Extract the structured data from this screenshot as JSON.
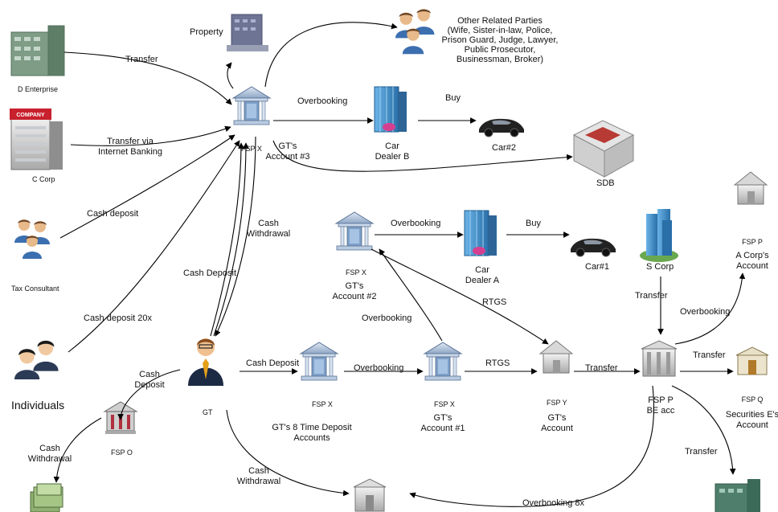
{
  "nodes": {
    "d_enterprise": "D Enterprise",
    "c_corp": "C Corp",
    "tax_consultant": "Tax Consultant",
    "individuals": "Individuals",
    "property": "Property",
    "other_parties": [
      "Other Related Parties",
      "(Wife, Sister-in-law, Police,",
      "Prison Guard, Judge, Lawyer,",
      "Public Prosecutor,",
      "Businessman, Broker)"
    ],
    "fsp_x_3_top": "FSP X",
    "gt_account_3": [
      "GT's",
      "Account #3"
    ],
    "car_dealer_b": [
      "Car",
      "Dealer B"
    ],
    "car2": "Car#2",
    "sdb": "SDB",
    "fsp_x_2_top": "FSP X",
    "gt_account_2": [
      "GT's",
      "Account #2"
    ],
    "car_dealer_a": [
      "Car",
      "Dealer A"
    ],
    "car1": "Car#1",
    "s_corp": "S Corp",
    "fsp_p_top": "FSP P",
    "a_corp_account": [
      "A Corp's",
      "Account"
    ],
    "gt": "GT",
    "fsp_x_td": "FSP X",
    "gt_time_deposit": [
      "GT's 8 Time Deposit",
      "Accounts"
    ],
    "fsp_x_1": "FSP X",
    "gt_account_1": [
      "GT's",
      "Account #1"
    ],
    "fsp_y": "FSP Y",
    "gt_account_y": [
      "GT's",
      "Account"
    ],
    "fsp_p_be": [
      "FSP P",
      "BE acc"
    ],
    "fsp_q": "FSP Q",
    "securities_account": [
      "Securities E's",
      "Account"
    ],
    "fsp_o": "FSP O"
  },
  "edges": {
    "transfer_d": "Transfer",
    "transfer_internet": [
      "Transfer via",
      "Internet Banking"
    ],
    "cash_deposit_tax": "Cash deposit",
    "cash_deposit_20x": "Cash deposit 20x",
    "overbooking_b": "Overbooking",
    "buy_b": "Buy",
    "cash_withdrawal_3": [
      "Cash",
      "Withdrawal"
    ],
    "cash_deposit_gt": "Cash Deposit",
    "overbooking_a": "Overbooking",
    "buy_a": "Buy",
    "rtgs_2": "RTGS",
    "overbooking_1_2": "Overbooking",
    "cash_deposit_td": "Cash Deposit",
    "overbooking_td_1": "Overbooking",
    "rtgs_1": "RTGS",
    "transfer_y_p": "Transfer",
    "transfer_s": "Transfer",
    "overbooking_p_a": "Overbooking",
    "transfer_p_q": "Transfer",
    "transfer_p_down": "Transfer",
    "cash_deposit_o": [
      "Cash",
      "Deposit"
    ],
    "cash_withdrawal_o": [
      "Cash",
      "Withdrawal"
    ],
    "cash_withdrawal_gt": [
      "Cash",
      "Withdrawal"
    ],
    "overbooking_8x": "Overbooking 8x"
  },
  "icons": [
    "building-icon",
    "company-building-icon",
    "people-icon",
    "person-icon",
    "bank-icon",
    "car-dealer-icon",
    "car-icon",
    "safe-deposit-box-icon",
    "house-bank-icon",
    "money-stack-icon",
    "businessman-icon",
    "tower-icon"
  ],
  "colors": {
    "line": "#000000",
    "bank": "#b9cbe0",
    "bank_dark": "#6b87ad",
    "red_bank": "#b03040",
    "car": "#222222",
    "tower": "#3d8ec9",
    "text": "#111111"
  }
}
